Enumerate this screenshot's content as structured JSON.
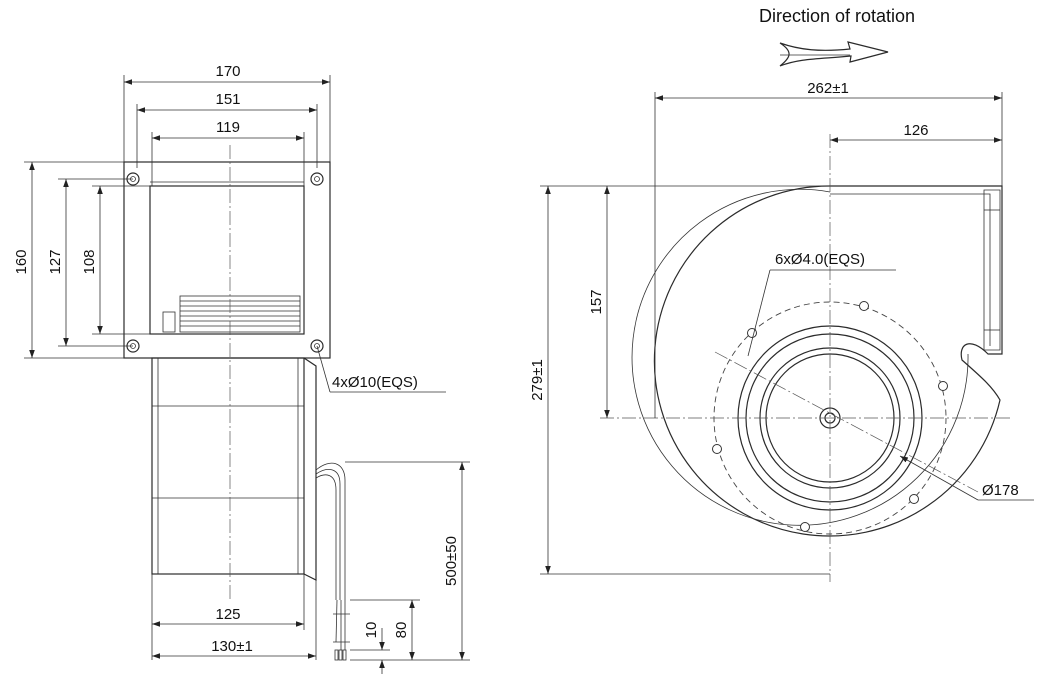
{
  "title": "Direction of rotation",
  "front": {
    "width_outer": "170",
    "width_mid": "151",
    "width_inner": "119",
    "height_outer": "160",
    "height_mid": "127",
    "height_inner": "108",
    "holes": "4xØ10(EQS)",
    "body_width": "125",
    "base_width": "130±1",
    "cable_length": "500±50",
    "lead_strip": "10",
    "lead_total": "80"
  },
  "side": {
    "overall_width": "262±1",
    "outlet_offset": "126",
    "overall_height": "279±1",
    "outlet_height": "157",
    "holes": "6xØ4.0(EQS)",
    "inlet_dia": "Ø178"
  },
  "colors": {
    "line": "#2b2b2b",
    "text": "#111111"
  }
}
